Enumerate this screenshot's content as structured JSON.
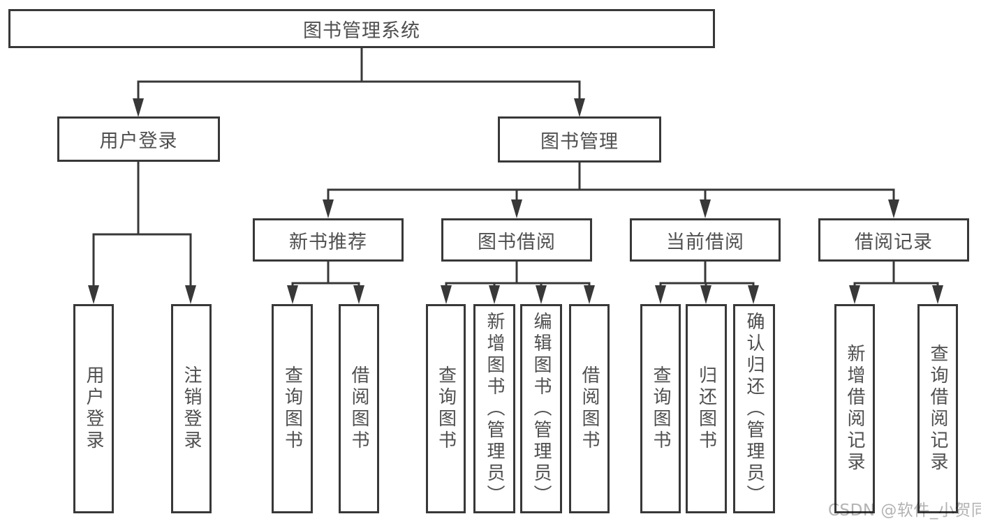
{
  "diagram": {
    "type": "tree",
    "colors": {
      "border": "#383838",
      "line": "#383838",
      "arrowhead": "#383838",
      "text": "#4f4f4f",
      "background": "#ffffff",
      "watermark": "#b3b3b3"
    },
    "root": {
      "label": "图书管理系统"
    },
    "level2": [
      {
        "label": "用户登录",
        "parent": "图书管理系统"
      },
      {
        "label": "图书管理",
        "parent": "图书管理系统"
      }
    ],
    "level3": [
      {
        "label": "新书推荐",
        "parent": "图书管理"
      },
      {
        "label": "图书借阅",
        "parent": "图书管理"
      },
      {
        "label": "当前借阅",
        "parent": "图书管理"
      },
      {
        "label": "借阅记录",
        "parent": "图书管理"
      }
    ],
    "leaves": [
      {
        "label": "用户登录",
        "parent": "用户登录"
      },
      {
        "label": "注销登录",
        "parent": "用户登录"
      },
      {
        "label": "查询图书",
        "parent": "新书推荐"
      },
      {
        "label": "借阅图书",
        "parent": "新书推荐"
      },
      {
        "label": "查询图书",
        "parent": "图书借阅"
      },
      {
        "label": "新增图书（管理员）",
        "parent": "图书借阅"
      },
      {
        "label": "编辑图书（管理员）",
        "parent": "图书借阅"
      },
      {
        "label": "借阅图书",
        "parent": "图书借阅"
      },
      {
        "label": "查询图书",
        "parent": "当前借阅"
      },
      {
        "label": "归还图书",
        "parent": "当前借阅"
      },
      {
        "label": "确认归还（管理员）",
        "parent": "当前借阅"
      },
      {
        "label": "新增借阅记录",
        "parent": "借阅记录"
      },
      {
        "label": "查询借阅记录",
        "parent": "借阅记录"
      }
    ],
    "watermark": {
      "text": "CSDN @软件_小贺同学"
    }
  }
}
